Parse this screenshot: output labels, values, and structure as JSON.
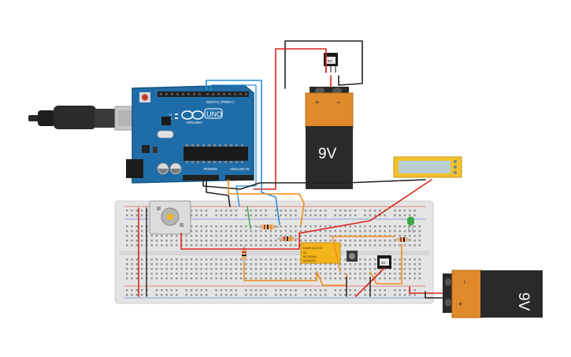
{
  "arduino": {
    "logo_text": "ARDUINO",
    "model_text": "UNO",
    "header_digital": "DIGITAL (PWM~)",
    "header_power": "POWER",
    "header_analog": "ANALOG IN",
    "led_tx": "TX",
    "led_rx": "RX",
    "aref": "AREF",
    "gnd": "GND"
  },
  "battery_top": {
    "voltage_label": "9V",
    "plus_sign": "+",
    "minus_sign": "−"
  },
  "battery_right": {
    "voltage_label": "9V",
    "plus_sign": "+",
    "minus_sign": "−"
  },
  "regulator_top": {
    "label": "5V"
  },
  "regulator_board": {
    "label": "5V"
  },
  "relay": {
    "line1": "KS2E-M-DC5",
    "line2": "5V",
    "line3": "5A 250VAC",
    "line4": "5A 30VDC"
  },
  "colors": {
    "board_blue": "#1f6da8",
    "breadboard": "#e4e4e4",
    "battery_orange": "#e08a2b",
    "battery_black": "#2a2a2a",
    "relay_yellow": "#f4b41b",
    "lcd_yellow": "#f2c12e",
    "lcd_screen": "#b8cfd2",
    "wire_red": "#d9261c",
    "wire_black": "#222222",
    "wire_orange": "#f08c1a",
    "wire_blue": "#2a8fd6",
    "wire_green": "#3aa844"
  }
}
